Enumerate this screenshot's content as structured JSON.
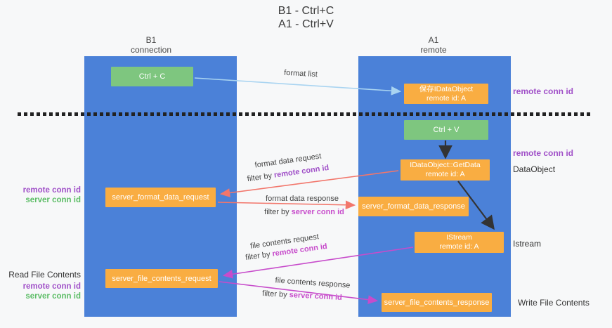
{
  "title": {
    "line1": "B1 - Ctrl+C",
    "line2": "A1 - Ctrl+V"
  },
  "columns": {
    "left": {
      "name": "B1",
      "role": "connection"
    },
    "right": {
      "name": "A1",
      "role": "remote"
    }
  },
  "boxes": {
    "ctrl_c": "Ctrl + C",
    "ctrl_v": "Ctrl + V",
    "save_dataobject": {
      "line1": "保存IDataObject",
      "line2": "remote id: A"
    },
    "getdata": {
      "line1": "IDataObject::GetData",
      "line2": "remote id: A"
    },
    "istream": {
      "line1": "IStream",
      "line2": "remote id: A"
    },
    "format_request": "server_format_data_request",
    "format_response": "server_format_data_response",
    "file_request": "server_file_contents_request",
    "file_response": "server_file_contents_response"
  },
  "labels": {
    "format_list": "format list",
    "format_data_request": "format data request",
    "format_data_response": "format data response",
    "file_contents_request": "file contents request",
    "file_contents_response": "file contents response",
    "filter_by": "filter by ",
    "remote_conn_id": "remote conn id",
    "server_conn_id": "server conn id",
    "dataobject": "DataObject",
    "istream": "Istream",
    "read_file_contents": "Read File Contents",
    "write_file_contents": "Write File Contents"
  },
  "colors": {
    "lane_blue": "#4b81d8",
    "box_orange": "#f9ad42",
    "box_green": "#7ec67f",
    "arrow_lightblue": "#a9d4f1",
    "arrow_red": "#f2766b",
    "arrow_magenta": "#c74ccb",
    "arrow_black": "#333333",
    "text_purple": "#a050c8",
    "text_green": "#5cbd66",
    "background": "#f7f8f9"
  }
}
